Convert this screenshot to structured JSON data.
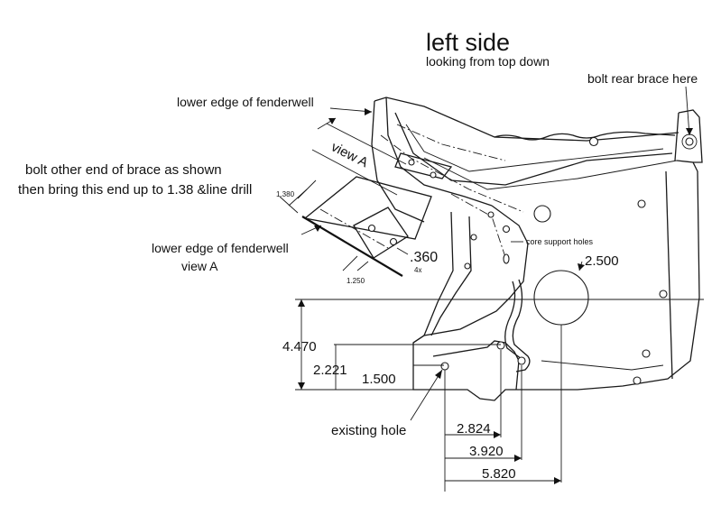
{
  "title": "left side",
  "subtitle": "looking from top down",
  "labels": {
    "bolt_rear": "bolt rear brace here",
    "lower_edge_top": "lower edge of fenderwell",
    "view_a_rotated": "view A",
    "bolt_other_line1": "bolt other end of brace as shown",
    "bolt_other_line2": "then bring this end up to 1.38 &line drill",
    "lower_edge_view_line1": "lower edge of fenderwell",
    "lower_edge_view_line2": "view A",
    "core_support": "core support holes",
    "existing_hole": "existing hole"
  },
  "dimensions": {
    "d1380": "1.380",
    "d1250": "1.250",
    "d360": ".360",
    "d360_qty": "4x",
    "d2500": "2.500",
    "d4470": "4.470",
    "d2221": "2.221",
    "d1500": "1.500",
    "d2824": "2.824",
    "d3920": "3.920",
    "d5820": "5.820"
  }
}
